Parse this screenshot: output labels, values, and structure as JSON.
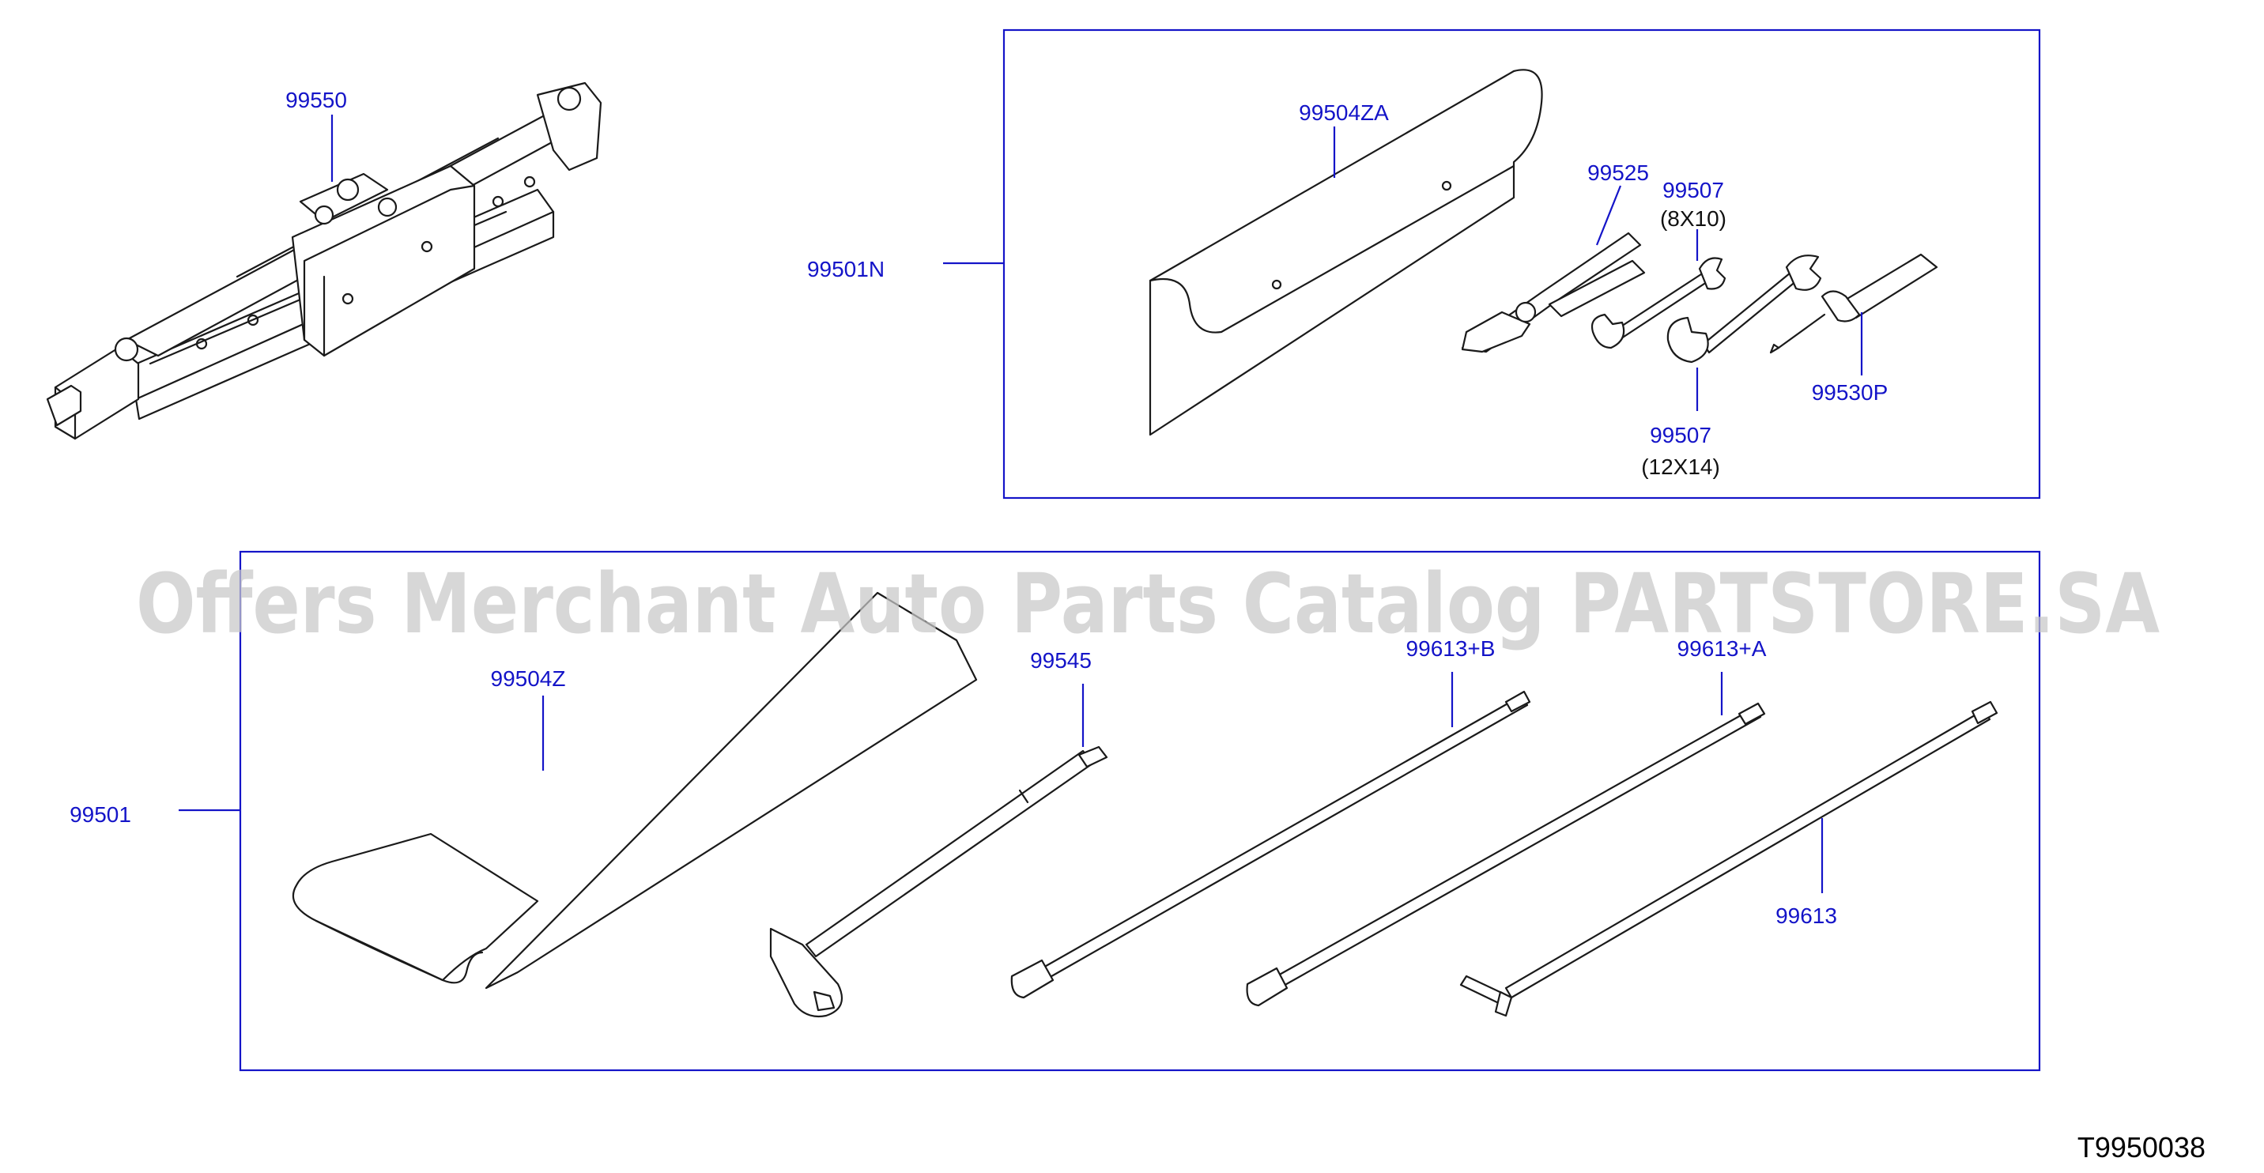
{
  "diagram": {
    "watermark": "Offers Merchant Auto Parts Catalog PARTSTORE.SA",
    "diagram_code": "T9950038",
    "colors": {
      "callout": "#1414c8",
      "line_art": "#1a1a1a",
      "watermark": "#c8c8c8"
    },
    "callouts": {
      "jack": "99550",
      "tool_set_group": "99501N",
      "tool_bag_large": "99504ZA",
      "pliers": "99525",
      "wrench_small": "99507",
      "wrench_small_size": "(8X10)",
      "wrench_large": "99507",
      "wrench_large_size": "(12X14)",
      "screwdriver": "99530P",
      "tool_kit_group": "99501",
      "tool_bag_small": "99504Z",
      "wheel_wrench": "99545",
      "rod_b": "99613+B",
      "rod_a": "99613+A",
      "handle_rod": "99613"
    }
  }
}
